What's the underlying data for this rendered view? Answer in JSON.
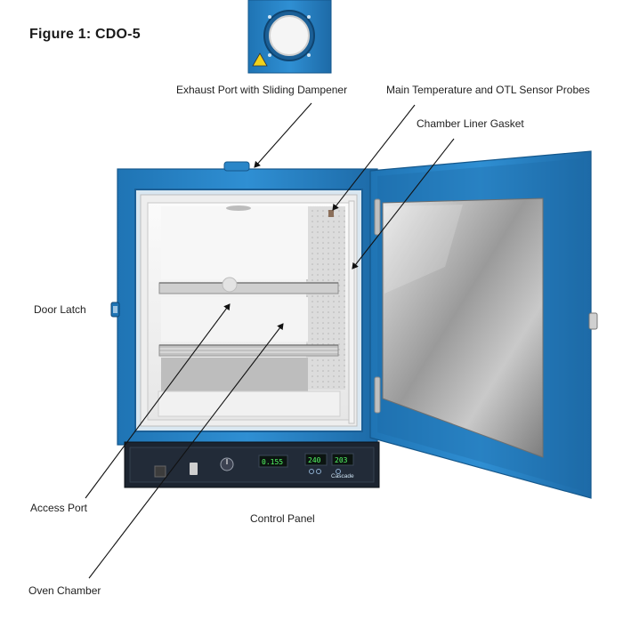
{
  "figure": {
    "title": "Figure 1: CDO-5"
  },
  "callouts": {
    "exhaust_port": "Exhaust Port with Sliding Dampener",
    "sensor_probes": "Main Temperature and OTL Sensor Probes",
    "liner_gasket": "Chamber Liner Gasket",
    "door_latch": "Door Latch",
    "access_port": "Access Port",
    "control_panel": "Control Panel",
    "oven_chamber": "Oven Chamber"
  },
  "control_panel": {
    "display_main": "0.155",
    "display_set": "240",
    "display_otl": "203",
    "brand": "Cascade"
  },
  "colors": {
    "cabinet_blue": "#2a86c8",
    "cabinet_dark": "#1b5f96",
    "panel_black": "#1c2430",
    "lcd_green": "#55ff66"
  }
}
